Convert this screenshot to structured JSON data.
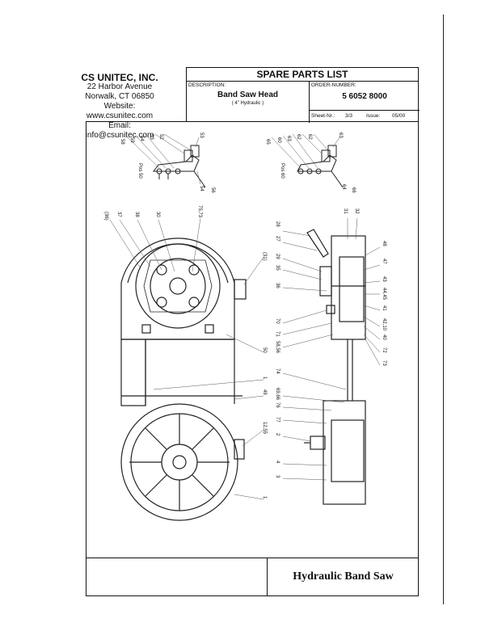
{
  "company": {
    "name": "CS UNITEC, INC.",
    "street": "22 Harbor Avenue",
    "city": "Norwalk, CT 06850",
    "website": "Website: www.csunitec.com",
    "email": "Email: info@csunitec.com"
  },
  "title_block": {
    "title": "SPARE PARTS LIST",
    "description_label": "DESCRIPTION:",
    "description": "Band Saw Head",
    "description_sub": "( 4\" Hydraulic )",
    "order_label": "ORDER-NUMBER:",
    "order_number": "5 6052 8000",
    "sheet_label": "Sheet-Nr.:",
    "sheet_value": "3/3",
    "issue_label": "Issue:",
    "issue_value": "05/00"
  },
  "footer": {
    "title": "Hydraulic Band Saw"
  },
  "drawing": {
    "pos50_label": "Pos 50",
    "pos60_label": "Pos 60",
    "callouts_pos50": [
      "58",
      "59",
      "54",
      "53",
      "52",
      "53",
      "54",
      "56"
    ],
    "callouts_pos60": [
      "65",
      "60",
      "63",
      "62",
      "62",
      "63",
      "64",
      "66"
    ],
    "callouts_front": [
      "(36)",
      "37",
      "38",
      "30",
      "75,73",
      "(31)",
      "50",
      "1",
      "49",
      "12,55",
      "1"
    ],
    "callouts_side": [
      "28",
      "27",
      "29",
      "35",
      "36",
      "70",
      "71",
      "58,56",
      "74",
      "69,66",
      "76",
      "77",
      "2",
      "4",
      "3",
      "31",
      "32",
      "48",
      "47",
      "43",
      "44,45",
      "41",
      "42,10",
      "40",
      "72",
      "73"
    ]
  }
}
